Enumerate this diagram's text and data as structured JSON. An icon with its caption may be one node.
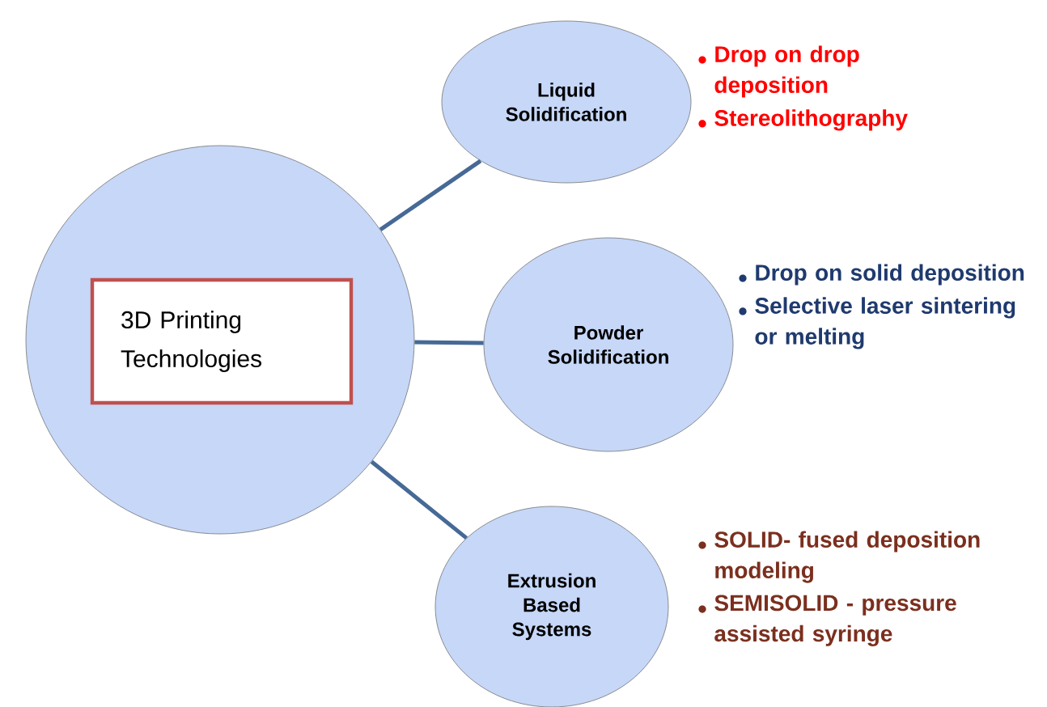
{
  "diagram": {
    "nodes": [
      {
        "text": [],
        "shape": "circle"
      },
      {
        "text": [
          "3D Printing Technologies"
        ],
        "in": 0
      },
      {
        "text": [
          "Liquid Solidification"
        ],
        "beside": [
          "Drop on drop deposition",
          "Stereolithography"
        ]
      },
      {
        "text": [
          "Powder Solidification"
        ],
        "beside": [
          "Drop on solid deposition",
          "Selective laser sintering or melting"
        ]
      },
      {
        "text": [
          "Extrusion Based Systems"
        ],
        "beside": [
          "SOLID- fused deposition modeling",
          "SEMISOLID - pressure assisted syringe"
        ]
      }
    ],
    "edges": [
      {
        "from": 0,
        "to": 2,
        "arrow": "none"
      },
      {
        "from": 0,
        "to": 3,
        "arrow": "none"
      },
      {
        "from": 0,
        "to": 4,
        "arrow": "none"
      }
    ]
  }
}
